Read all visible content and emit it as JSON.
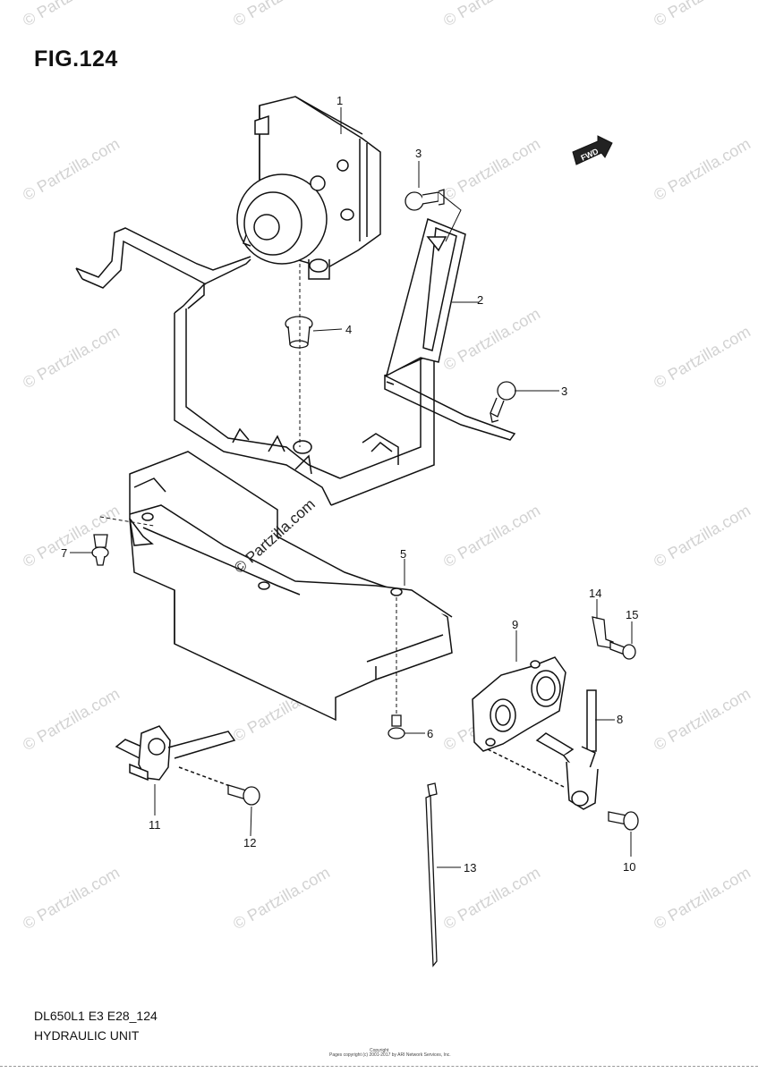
{
  "figure": {
    "title": "FIG.124",
    "model_code": "DL650L1 E3 E28_124",
    "section_name": "HYDRAULIC UNIT",
    "copyright_label": "Copyright",
    "copyright_text": "Pages copyright (c) 2001-2017 by ARI Network Services, Inc.",
    "fwd_label": "FWD"
  },
  "watermark": {
    "text": "© Partzilla.com",
    "center_text": "© Partzilla.com"
  },
  "callouts": [
    "1",
    "2",
    "3",
    "3",
    "4",
    "5",
    "6",
    "7",
    "8",
    "9",
    "10",
    "11",
    "12",
    "13",
    "14",
    "15"
  ]
}
